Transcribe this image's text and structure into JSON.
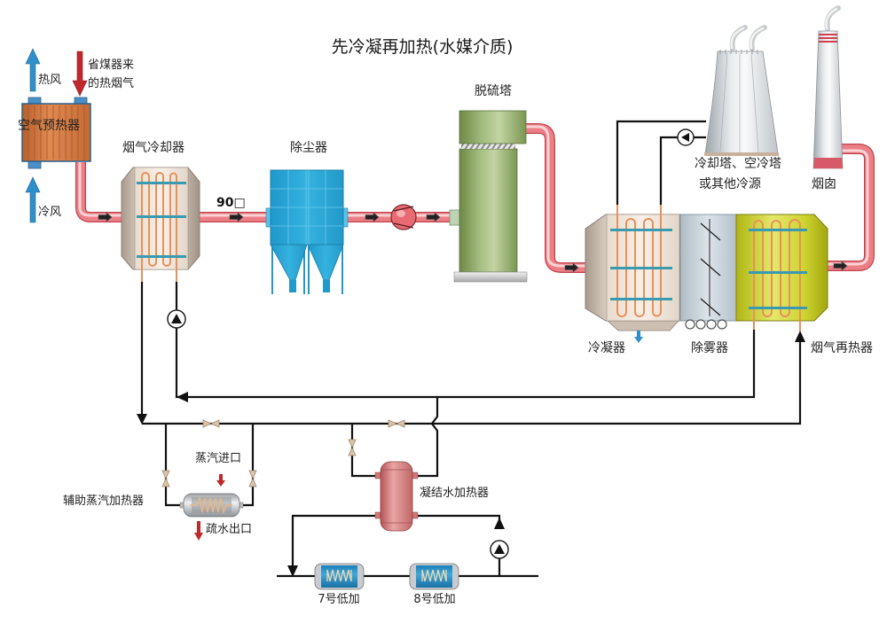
{
  "title": "先冷凝再加热(水媒介质)",
  "equipment": {
    "air_preheater": {
      "label": "空气预热器",
      "hot_air": "热风",
      "cold_air": "冷风",
      "inlet_gas_line1": "省煤器来",
      "inlet_gas_line2": "的热烟气"
    },
    "flue_gas_cooler": {
      "label": "烟气冷却器",
      "outlet_temp": "90□"
    },
    "dust_collector": {
      "label": "除尘器"
    },
    "desulfurization_tower": {
      "label": "脱硫塔"
    },
    "cooling_tower": {
      "label_line1": "冷却塔、空冷塔",
      "label_line2": "或其他冷源"
    },
    "chimney": {
      "label": "烟囱"
    },
    "condenser": {
      "label": "冷凝器"
    },
    "demister": {
      "label": "除雾器"
    },
    "flue_gas_reheater": {
      "label": "烟气再热器"
    },
    "aux_steam_heater": {
      "label": "辅助蒸汽加热器",
      "steam_inlet": "蒸汽进口",
      "drain_outlet": "疏水出口"
    },
    "condensate_heater": {
      "label": "凝结水加热器"
    },
    "lp_heater_7": {
      "label": "7号低加"
    },
    "lp_heater_8": {
      "label": "8号低加"
    }
  },
  "colors": {
    "flue_gas_pipe": "#ec7e86",
    "water_line": "#111111",
    "air_arrow": "#2f8fc8",
    "hot_gas_arrow": "#c0282c",
    "air_preheater": "#d2763f",
    "dust_collector": "#2ba7d8",
    "desulfurization_tower": "#8aa862",
    "flue_gas_reheater": "#c9cf2a"
  }
}
